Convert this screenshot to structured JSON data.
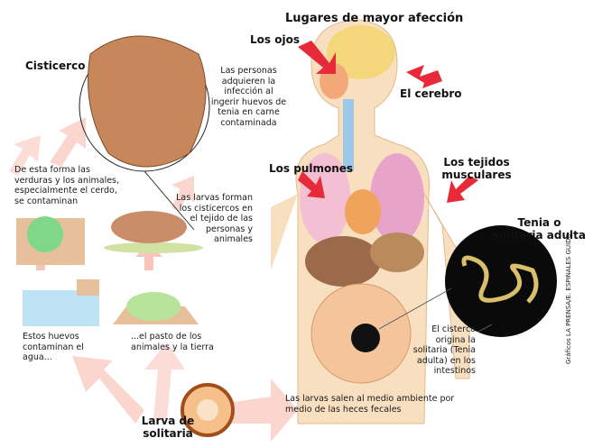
{
  "title": "Lugares de mayor afección",
  "labels": {
    "ojos": "Los ojos",
    "cerebro": "El cerebro",
    "pulmones": "Los pulmones",
    "tejidos": "Los tejidos musculares",
    "tenia": "Tenia o solitaria adulta",
    "cisticerco": "Cisticerco",
    "larva": "Larva de solitaria"
  },
  "notes": {
    "personas": "Las personas adquieren la infección al ingerir huevos de tenia en carne contaminada",
    "verduras": "De esta forma las verduras y los animales, especialmente el cerdo, se contaminan",
    "larvas_forman": "Las larvas forman los cisticercos en el tejido de las personas y animales",
    "agua": "Estos huevos contaminan el agua...",
    "pasto": "...el pasto de los animales y la tierra",
    "cisterco": "El cisterco origina la solitaria (Tenia adulta) en los intestinos",
    "heces": "Las larvas salen al medio ambiente por medio de las heces fecales"
  },
  "credit": "Gráficos LA PRENSA/E. ESPINALES GUIDO",
  "colors": {
    "arrow_pink": "#f7b9b0",
    "arrow_red": "#e8293a",
    "skin": "#f6d9b4",
    "worm_bg": "#0a0a0a"
  }
}
